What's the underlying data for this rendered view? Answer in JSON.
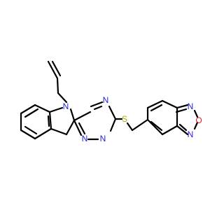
{
  "molecule": {
    "colors": {
      "bond": "#000000",
      "nitrogen": "#1F1FE0",
      "oxygen": "#E01F1F",
      "sulfur": "#B5A800"
    },
    "atoms": {
      "n_indole": "N",
      "n_triazine_top": "N",
      "n_triazine_bottom_left": "N",
      "n_triazine_bottom_right": "N",
      "sulfur": "S",
      "n_oxadiazole_top": "N",
      "o_oxadiazole": "O",
      "n_oxadiazole_bottom": "N"
    }
  }
}
